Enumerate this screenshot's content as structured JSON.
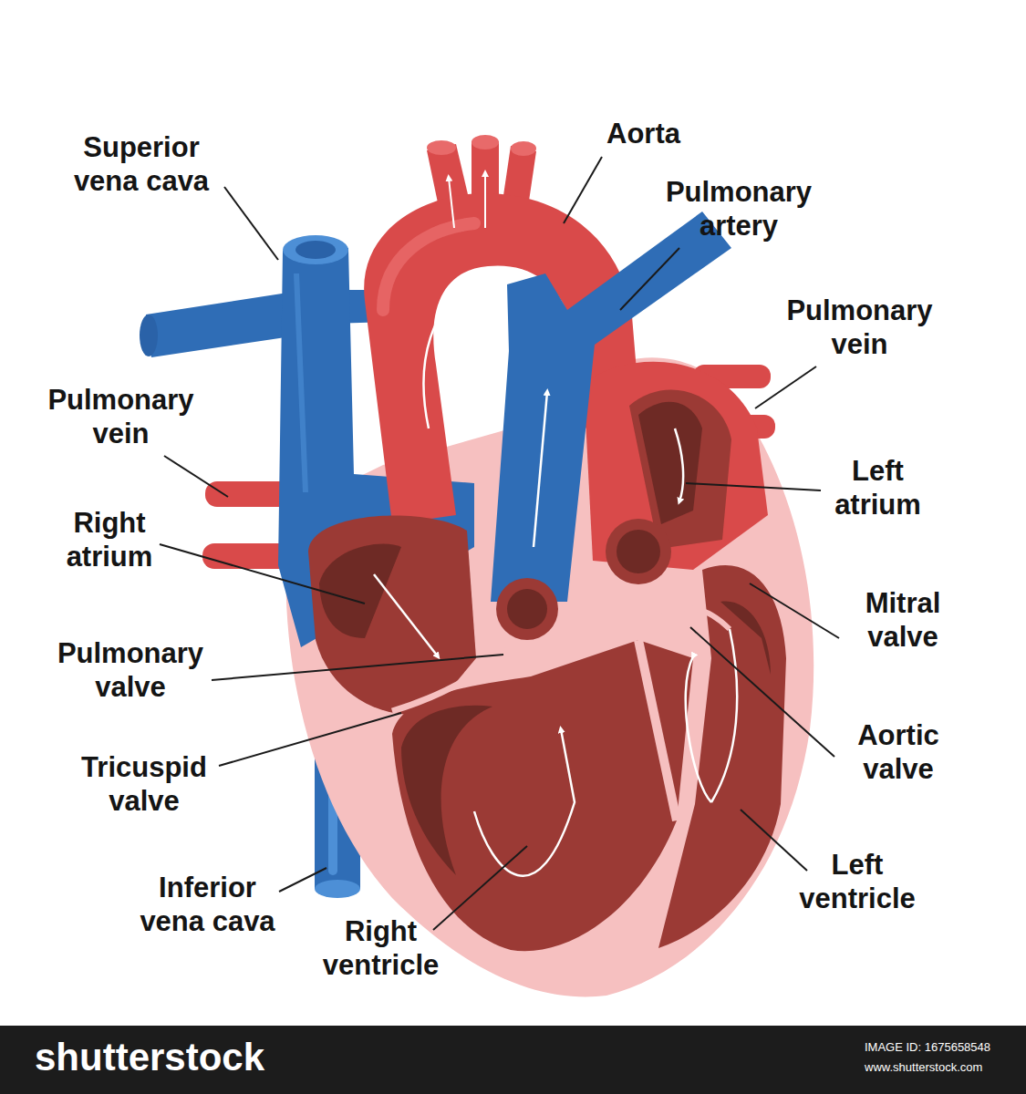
{
  "diagram": {
    "labels": [
      "Superior vena cava",
      "Aorta",
      "Pulmonary artery",
      "Pulmonary vein",
      "Pulmonary vein",
      "Left atrium",
      "Right atrium",
      "Mitral valve",
      "Pulmonary valve",
      "Aortic valve",
      "Tricuspid valve",
      "Inferior vena cava",
      "Left ventricle",
      "Right ventricle",
      "shutterstock",
      "IMAGE ID: 1675658548",
      "www.shutterstock.com"
    ]
  }
}
